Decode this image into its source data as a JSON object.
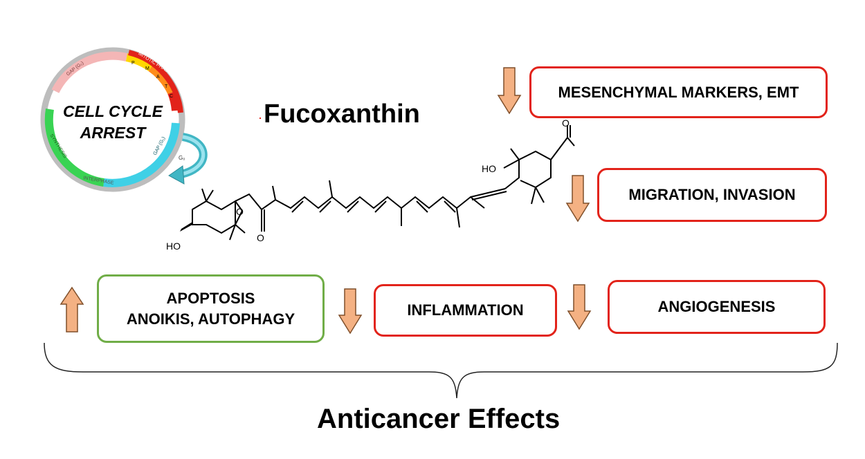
{
  "title": "Fucoxanthin",
  "footer": "Anticancer Effects",
  "cell_cycle": {
    "label_line1": "CELL CYCLE",
    "label_line2": "ARREST",
    "arc_labels": [
      "GAP (G₂)",
      "MITOTIC PHASE",
      "SYNTHESIS",
      "GAP (G₁)",
      "INTERPHASE"
    ],
    "mitosis_letters": [
      "P",
      "M",
      "A",
      "T",
      "C"
    ],
    "exit_label": "G₀"
  },
  "molecule": {
    "ho_left": "HO",
    "ho_right": "HO",
    "epoxide_o": "O",
    "ketone_o": "O",
    "ester_o": "O"
  },
  "effects": [
    {
      "id": "emt",
      "label": "MESENCHYMAL MARKERS, EMT",
      "direction": "down",
      "color": "#e2231a"
    },
    {
      "id": "migration",
      "label": "MIGRATION, INVASION",
      "direction": "down",
      "color": "#e2231a"
    },
    {
      "id": "apoptosis",
      "line1": "APOPTOSIS",
      "line2": "ANOIKIS, AUTOPHAGY",
      "direction": "up",
      "color": "#70ad47"
    },
    {
      "id": "inflammation",
      "label": "INFLAMMATION",
      "direction": "down",
      "color": "#e2231a"
    },
    {
      "id": "angiogenesis",
      "label": "ANGIOGENESIS",
      "direction": "down",
      "color": "#e2231a"
    }
  ],
  "colors": {
    "arrow_fill": "#f4b183",
    "arrow_stroke": "#7f4f2a",
    "red_border": "#e2231a",
    "green_border": "#70ad47",
    "cycle_arrow": "#41b6c4"
  }
}
